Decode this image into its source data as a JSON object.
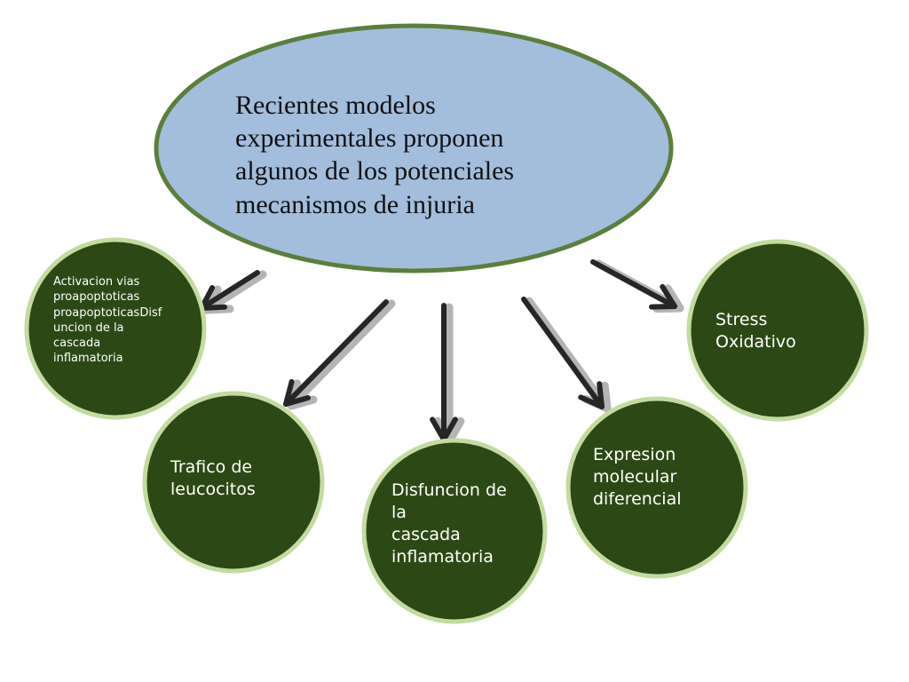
{
  "colors": {
    "central_fill": "#a3bddd",
    "central_stroke": "#5b7f3a",
    "node_fill": "#2c4814",
    "node_stroke": "#c3dba0",
    "arrow": "#262626",
    "arrow_shadow": "#b4b4b4"
  },
  "central": {
    "text": "Recientes modelos\nexperimentales proponen\nalgunos de los potenciales\nmecanismos de injuria"
  },
  "nodes": {
    "activacion": {
      "text": "Activacion vias\nproapoptoticas\nproapoptoticasDisf\nuncion de la\ncascada\ninflamatoria"
    },
    "trafico": {
      "text": "Trafico de\nleucocitos"
    },
    "disfuncion": {
      "text": "Disfuncion de\nla\ncascada\ninflamatoria"
    },
    "expresion": {
      "text": "Expresion\nmolecular\ndiferencial"
    },
    "stress": {
      "text": "Stress\nOxidativo"
    }
  }
}
